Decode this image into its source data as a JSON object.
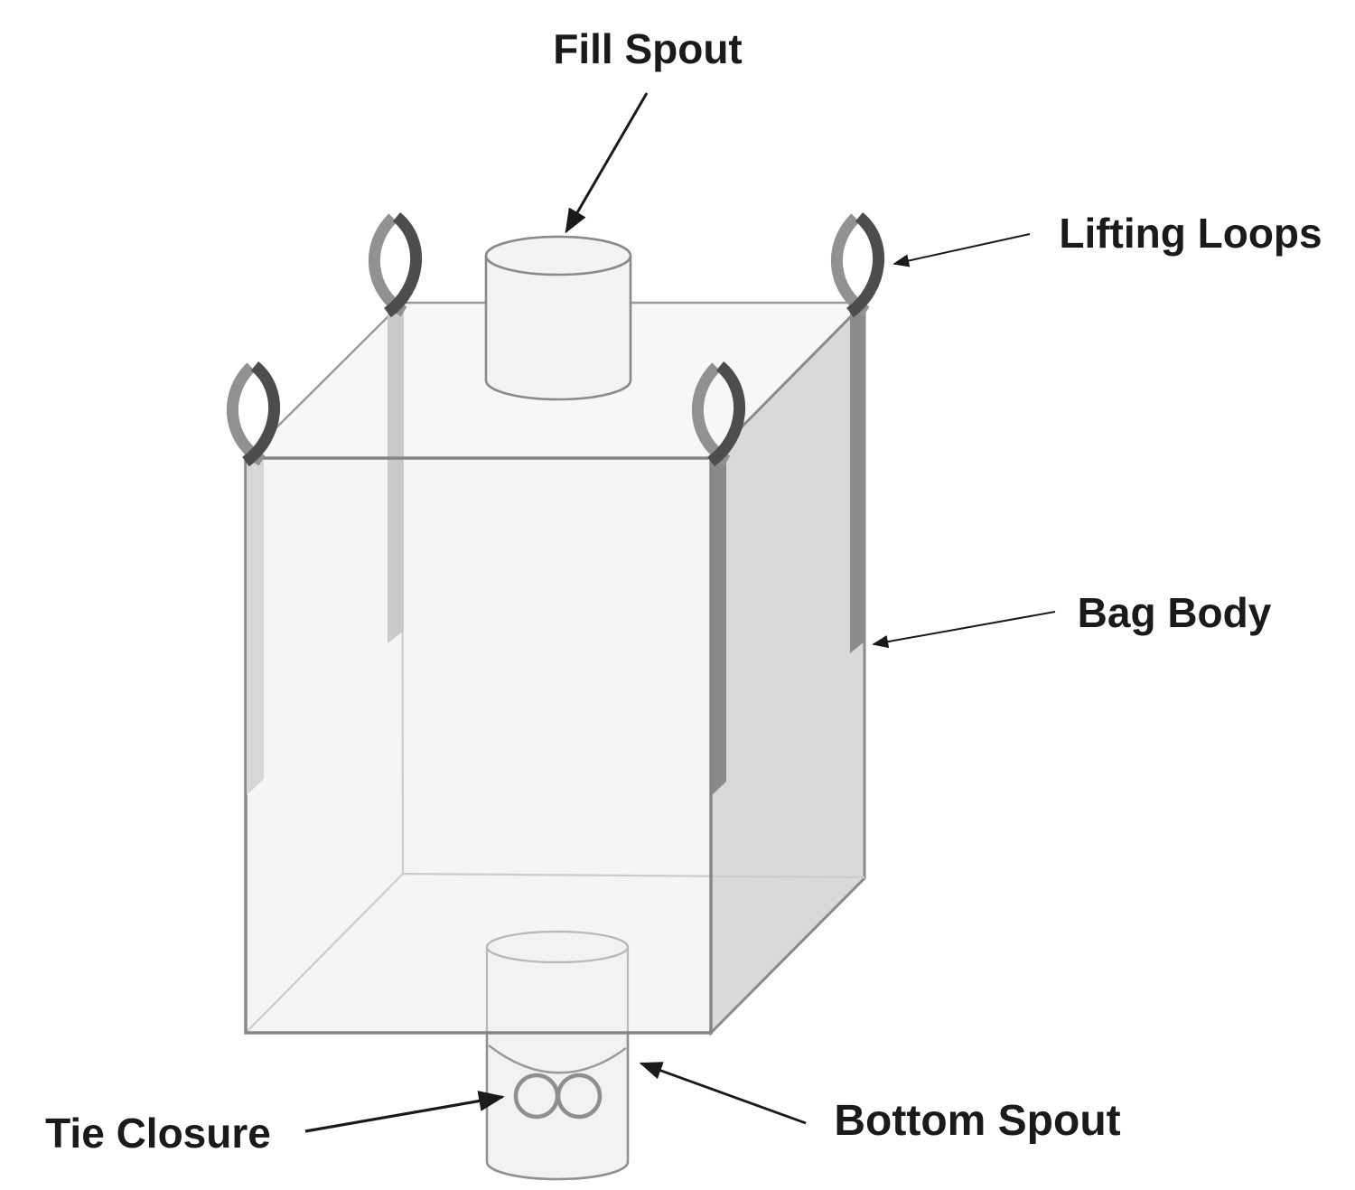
{
  "diagram": {
    "type": "labeled-illustration",
    "labels": {
      "fill_spout": "Fill Spout",
      "lifting_loops": "Lifting Loops",
      "bag_body": "Bag Body",
      "bottom_spout": "Bottom Spout",
      "tie_closure": "Tie Closure"
    },
    "colors": {
      "background": "#ffffff",
      "label_text": "#1a1a1a",
      "arrow": "#1a1a1a",
      "bag_front": "#f5f5f5",
      "bag_top": "#f7f7f7",
      "bag_side": "#d9d9d9",
      "outline": "#858585",
      "top_outline": "#999999",
      "interior_line": "#cccccc",
      "loop_light": "#919191",
      "loop_dark": "#4d4d4d",
      "strap_front_left": "#d7d7d7",
      "strap_front_right": "#8a8a8a",
      "strap_back_left": "#c9c9c9",
      "strap_back_right": "#8c8c8c",
      "spout_fill": "#f2f2f2",
      "spout_stroke": "#8a8a8a",
      "spout_hidden_stroke": "#b7b7b7",
      "tie_stroke": "#8f8f8f"
    }
  }
}
